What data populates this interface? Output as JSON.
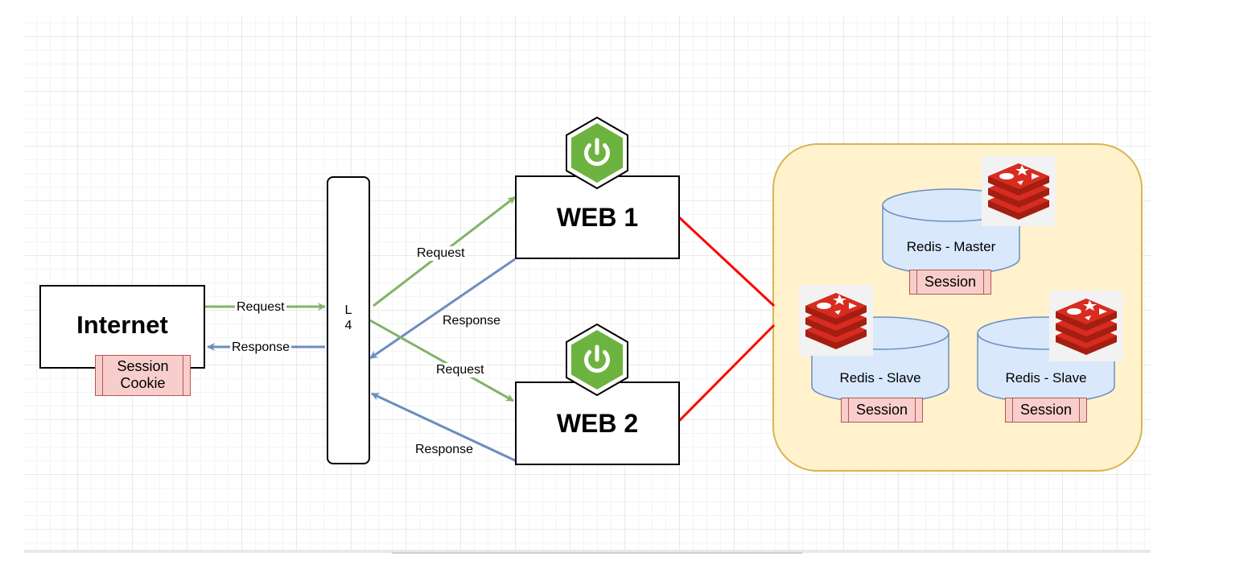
{
  "internet": {
    "title": "Internet",
    "session_line1": "Session",
    "session_line2": "Cookie"
  },
  "lb": {
    "line1": "L",
    "line2": "4"
  },
  "web1": {
    "title": "WEB 1"
  },
  "web2": {
    "title": "WEB 2"
  },
  "edges": {
    "internet_request": "Request",
    "internet_response": "Response",
    "web1_request": "Request",
    "web1_response": "Response",
    "web2_request": "Request",
    "web2_response": "Response"
  },
  "redis": {
    "master": {
      "label": "Redis - Master",
      "session": "Session"
    },
    "slave1": {
      "label": "Redis - Slave",
      "session": "Session"
    },
    "slave2": {
      "label": "Redis - Slave",
      "session": "Session"
    }
  },
  "colors": {
    "request_edge": "#82b366",
    "response_edge": "#6c8ebf",
    "db_link": "#ff0000",
    "panel_fill": "#fff2cc",
    "panel_border": "#d6b656",
    "session_fill": "#f8cecc",
    "session_border": "#b85450",
    "cylinder_fill": "#dae8fc",
    "cylinder_border": "#6c8ebf",
    "spring_green": "#6db33f",
    "redis_red": "#d82c20"
  },
  "icons": [
    "spring-boot-power-icon",
    "redis-logo-icon"
  ]
}
